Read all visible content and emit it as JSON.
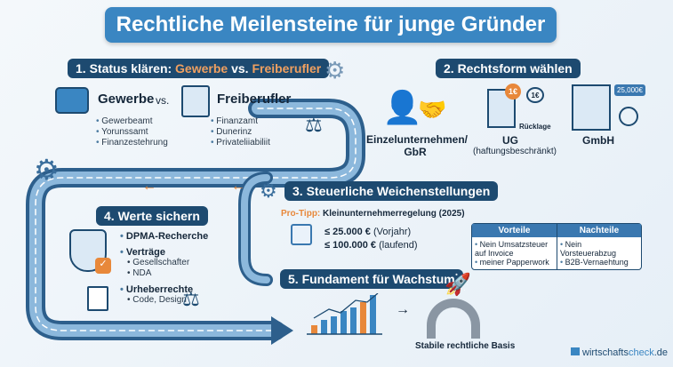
{
  "title": "Rechtliche Meilensteine für junge Gründer",
  "s1": {
    "prefix": "1. Status klären: ",
    "a": "Gewerbe",
    "vs": " vs. ",
    "b": "Freiberufler",
    "gewerbe": "Gewerbe",
    "vs_small": "vs.",
    "freiberufler": "Freiberufler",
    "gewerbe_items": [
      "Gewerbeamt",
      "Yorunssamt",
      "Finanzestehrung"
    ],
    "frei_items": [
      "Finanzamt",
      "Dunerinz",
      "Privateliiabiliit"
    ]
  },
  "s2": {
    "label": "2. Rechtsform wählen",
    "ez": "Einzelunternehmen/",
    "gbr": "GbR",
    "ug": "UG",
    "ug_sub": "(haftungsbeschränkt)",
    "ug_badge": "1€",
    "ug_bubble": "1€",
    "ruecklage": "Rücklage",
    "gmbh": "GmbH",
    "gmbh_badge": "25,000€"
  },
  "s3": {
    "label": "3. Steuerliche Weichenstellungen",
    "tip_prefix": "Pro-Tipp:",
    "tip": "Kleinunternehmerregelung (2025)",
    "l1": "≤  25.000 €",
    "l1s": "(Vorjahr)",
    "l2": "≤ 100.000 €",
    "l2s": "(laufend)",
    "table": {
      "h1": "Vorteile",
      "h2": "Nachteile",
      "v": [
        "Nein Umsatzsteuer auf Invoice",
        "meiner Papperwork"
      ],
      "n": [
        "Nein Vorsteuerabzug",
        "B2B-Vernaehtung"
      ]
    }
  },
  "s4": {
    "label": "4. Werte sichern",
    "i1": "DPMA-Recherche",
    "i2": "Verträge",
    "i2a": "Gesellschafter",
    "i2b": "NDA",
    "i3": "Urheberrechte",
    "i3a": "Code, Design"
  },
  "s5": {
    "label": "5. Fundament für Wachstum",
    "basis": "Stabile rechtliche Basis",
    "arrow": "→"
  },
  "brand": {
    "a": "wirtschafts",
    "b": "check",
    "c": ".de"
  },
  "colors": {
    "primary": "#3a86c2",
    "dark": "#1d4a70",
    "accent": "#e8883a"
  }
}
